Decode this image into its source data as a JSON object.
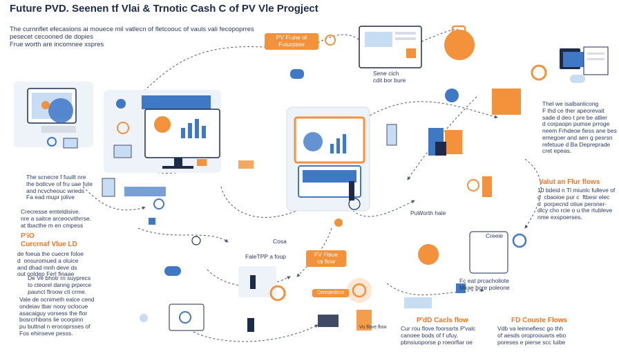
{
  "title": "Future PVD. Seenen tf Vlai & Trnotic Cash C of PV Vle Progject",
  "subtitle": "The curnnflet efecasions ai mouece mil vatlecn of fletcoouc of vauls vali fecopoprres\npesecet cecooned de dopies\nFrue worth are incomnee xspres",
  "badges": {
    "pv_future": "PV Fiune of\nFuturpsse",
    "fv_value": "FV Fisue\ncs flow",
    "flow_small": "Ceresenlsno"
  },
  "labels": {
    "center_top": "Sene cich\ncdit bor bure",
    "pv_worth": "PuWorth hale",
    "future_flow": "FaleTPP a foup",
    "center_bottom": "Cosa",
    "right_mid": "Creeie",
    "fc_caption": "Fc eat prcacholiote\nMkae bore poleone",
    "cash_bottom": "Vu flove flow"
  },
  "left": {
    "p1": "The scnecre f fuuilt nre\nthe botlcve of fru uae fute\nand ncvcheouc wrieds\nFa ead mupr jolive",
    "p2": "Crecresse emteldisive.\nnre a saitce arceocvithrrse.\nat tbacthe m en cmpess",
    "heading": "P'iO\nCurcrnaf Vlue LD",
    "p3": "de foeua the cuecre foloe\nd  onsuromued a oluice\nand dhad mnh deve ds\nout ooldep Ferl finaae",
    "p4": "De Ve bhotr rn suyprecs\nto cteorel danng prperce\npaunct flroow cti crme.",
    "p5": "Vale de ocnimeth ealce cend\nondeiav tbar nooy oclocue\nasacaiguy vorsess the flor\nbosrcrhbons lie ocorpinn\npu buttnal n erocoprsses of\nFos ehinseve pesss."
  },
  "right": {
    "p1": "Thel we isalbanlicong\nF thd ce ther apeorevait\nsade d deo t pre be atlier\nd corpaopn pumse prroge\nneem Frhdeoe fiess ane bes\nemegoer and aen g pesrsn\nrefetuue d Ba Depreprade\ncret epeas.",
    "heading": "Valut an Flur flows",
    "p2": "10 bdeid n Tl miunlc fulleve of\nd  cbaoioe pur c  ftbesr elec\nd  porpecnd otiue peroner-\ndlcy cho rcie o u the rtubleve\nnme exspoerses."
  },
  "bottom": {
    "heading_mid": "P'dD Cacls flow",
    "mid_text": "Cur rou flove foorssrts P'valc\ncanoee bods of f ufuy,\npbnsiuoporse p roeorfiar oe",
    "heading_right": "FD Couste Flows",
    "right_text": "Vdb va leinnefiesc go thh\nof aesds oroproouarts ebo\nporeses e pierse scc luibe"
  },
  "colors": {
    "orange": "#f3923a",
    "orange_dark": "#e8782a",
    "navy": "#1d2a4a",
    "blue": "#3f78c5",
    "light_blue": "#c8dcf3",
    "gray": "#d7dce6",
    "line": "#4a5670"
  },
  "icons": [
    "gear-icon",
    "monitor-icon",
    "bar-chart-icon",
    "globe-icon",
    "document-icon",
    "coin-stack-icon",
    "clock-icon",
    "cloud-icon",
    "person-icon",
    "padlock-icon",
    "calculator-icon"
  ]
}
